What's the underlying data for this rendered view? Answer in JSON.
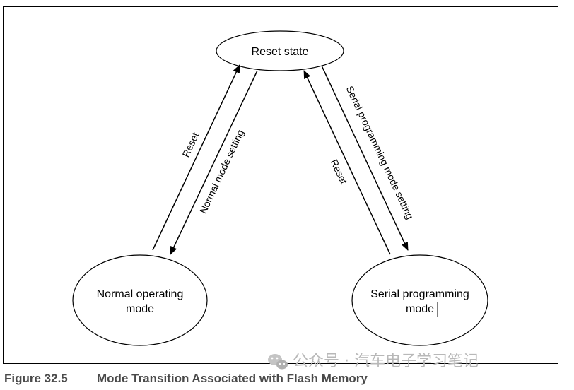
{
  "nodes": {
    "reset_state": {
      "label": "Reset state"
    },
    "normal_mode": {
      "label_line1": "Normal operating",
      "label_line2": "mode"
    },
    "serial_mode": {
      "label_line1": "Serial programming",
      "label_line2": "mode"
    }
  },
  "edges": {
    "normal_to_reset": {
      "label": "Reset"
    },
    "reset_to_normal": {
      "label": "Normal mode setting"
    },
    "serial_to_reset": {
      "label": "Reset"
    },
    "reset_to_serial": {
      "label": "Serial programming mode setting"
    }
  },
  "watermark": {
    "text": "公众号 · 汽车电子学习笔记",
    "icon": "wechat-icon"
  },
  "caption": {
    "number": "Figure 32.5",
    "title": "Mode Transition Associated with Flash Memory"
  },
  "colors": {
    "stroke": "#000000",
    "caption": "#4a4a4a",
    "watermark": "#b8b8b8"
  }
}
